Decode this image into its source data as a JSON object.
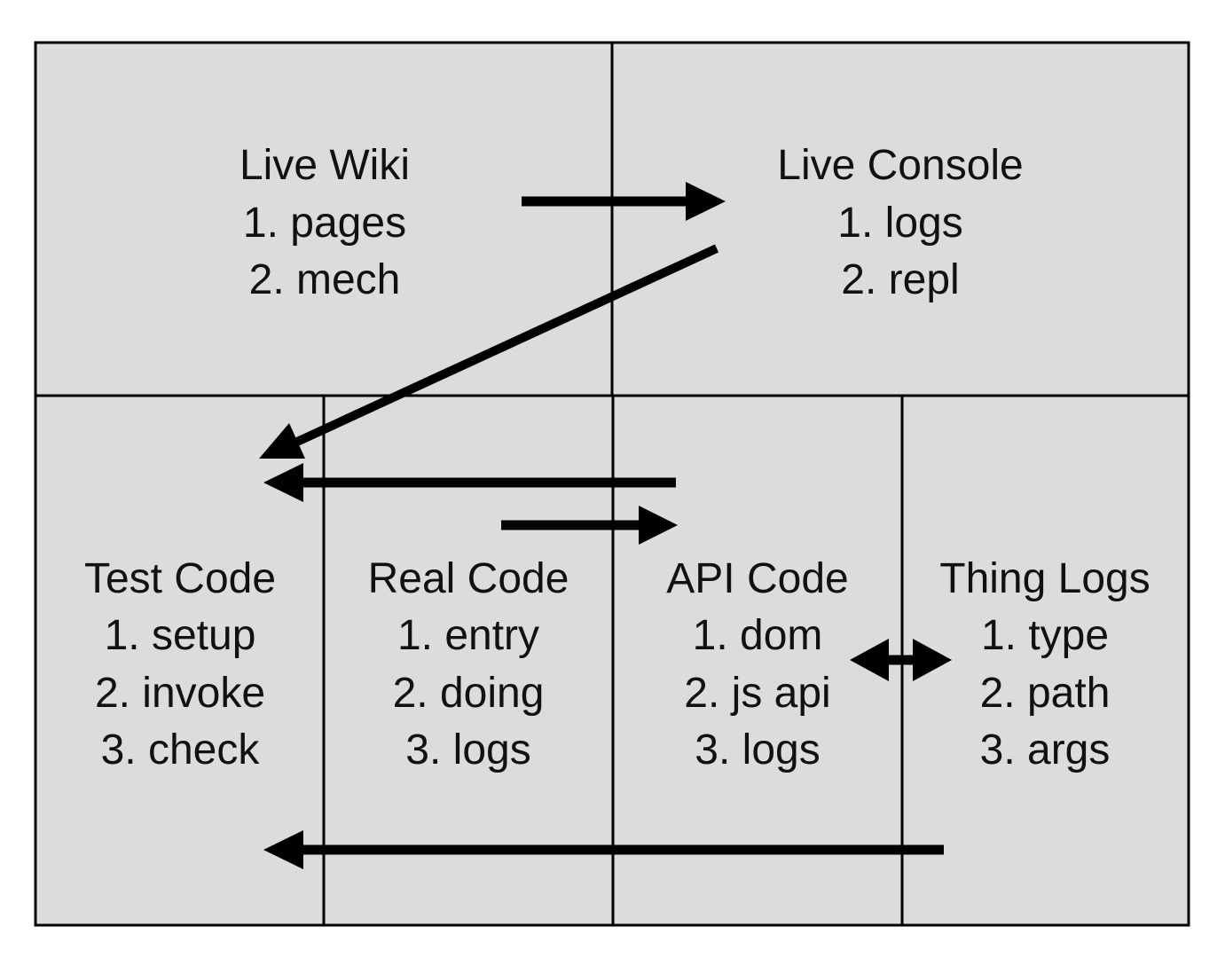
{
  "colors": {
    "panel_fill": "#dcdcdc",
    "line": "#000000",
    "background": "#ffffff"
  },
  "panels": {
    "live_wiki": {
      "title": "Live Wiki",
      "items": [
        "1. pages",
        "2. mech"
      ]
    },
    "live_console": {
      "title": "Live Console",
      "items": [
        "1. logs",
        "2. repl"
      ]
    },
    "test_code": {
      "title": "Test Code",
      "items": [
        "1. setup",
        "2. invoke",
        "3. check"
      ]
    },
    "real_code": {
      "title": "Real Code",
      "items": [
        "1. entry",
        "2. doing",
        "3. logs"
      ]
    },
    "api_code": {
      "title": "API Code",
      "items": [
        "1. dom",
        "2. js api",
        "3. logs"
      ]
    },
    "thing_logs": {
      "title": "Thing Logs",
      "items": [
        "1. type",
        "2. path",
        "3. args"
      ]
    }
  },
  "arrows": [
    {
      "from": "live_wiki",
      "to": "live_console"
    },
    {
      "from": "live_console",
      "to": "test_code"
    },
    {
      "from": "api_code",
      "to": "test_code"
    },
    {
      "from": "real_code",
      "to": "api_code"
    },
    {
      "from": "api_code",
      "to": "thing_logs",
      "bidirectional": true
    },
    {
      "from": "thing_logs",
      "to": "test_code"
    }
  ]
}
